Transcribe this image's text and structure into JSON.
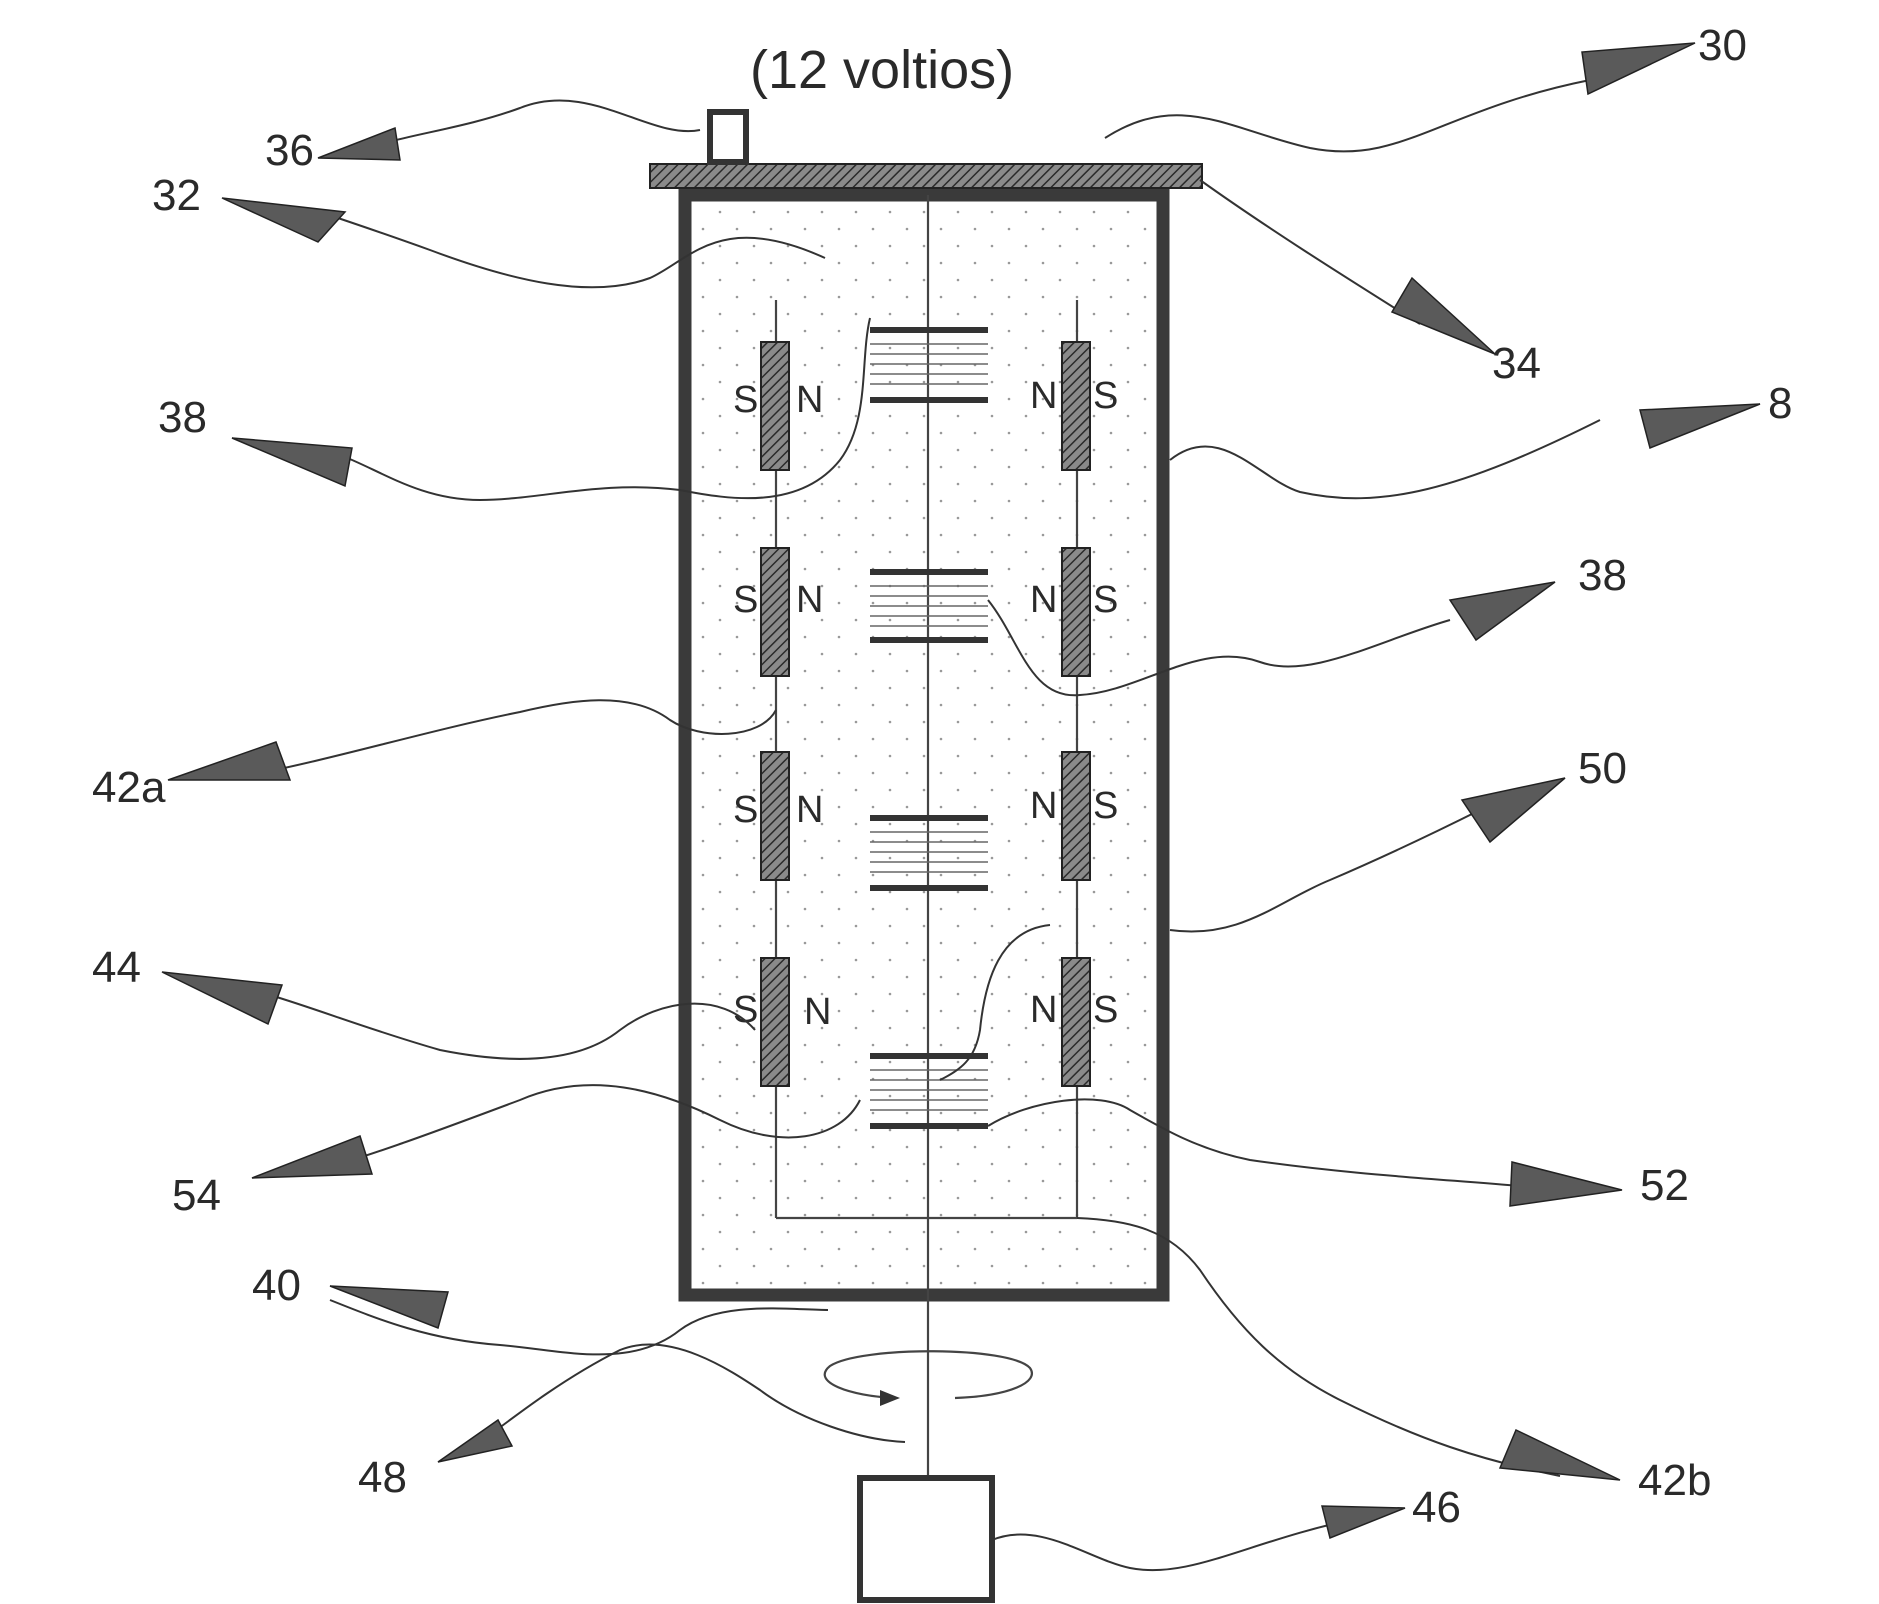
{
  "title": "(12 voltios)",
  "pole_labels": {
    "south": "S",
    "north": "N"
  },
  "reference_labels": {
    "r30": "30",
    "r36": "36",
    "r32": "32",
    "r34": "34",
    "r38_left": "38",
    "r8": "8",
    "r38_right": "38",
    "r42a": "42a",
    "r50": "50",
    "r44": "44",
    "r54": "54",
    "r52": "52",
    "r40": "40",
    "r42b": "42b",
    "r48": "48",
    "r46": "46"
  },
  "colors": {
    "line": "#333333",
    "arrow_fill": "#5a5a5a",
    "background": "#ffffff"
  }
}
